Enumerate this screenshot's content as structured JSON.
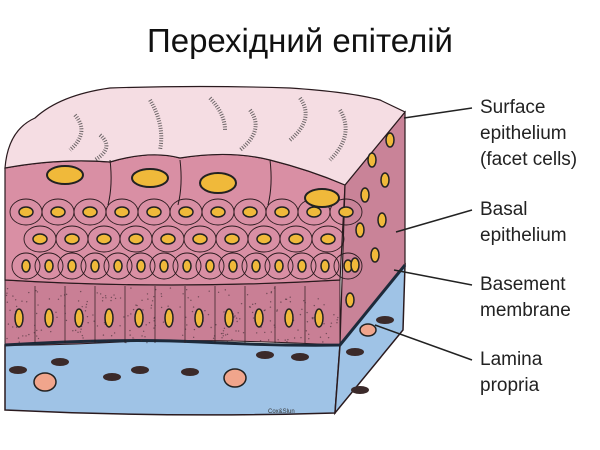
{
  "title": "Перехідний епітелій",
  "labels": [
    {
      "lines": [
        "Surface",
        "epithelium",
        "(facet cells)"
      ]
    },
    {
      "lines": [
        "Basal",
        "epithelium"
      ]
    },
    {
      "lines": [
        "Basement",
        "membrane"
      ]
    },
    {
      "lines": [
        "Lamina",
        "propria"
      ]
    }
  ],
  "signature": "Cox&Slun",
  "colors": {
    "surface_top": "#f5dde3",
    "epithelium": "#d98fa4",
    "basal_layer": "#c97f95",
    "lamina_propria": "#9fc3e6",
    "nucleus": "#f0b93a",
    "vessel": "#f0a58c",
    "outline": "#2a1a1e"
  }
}
